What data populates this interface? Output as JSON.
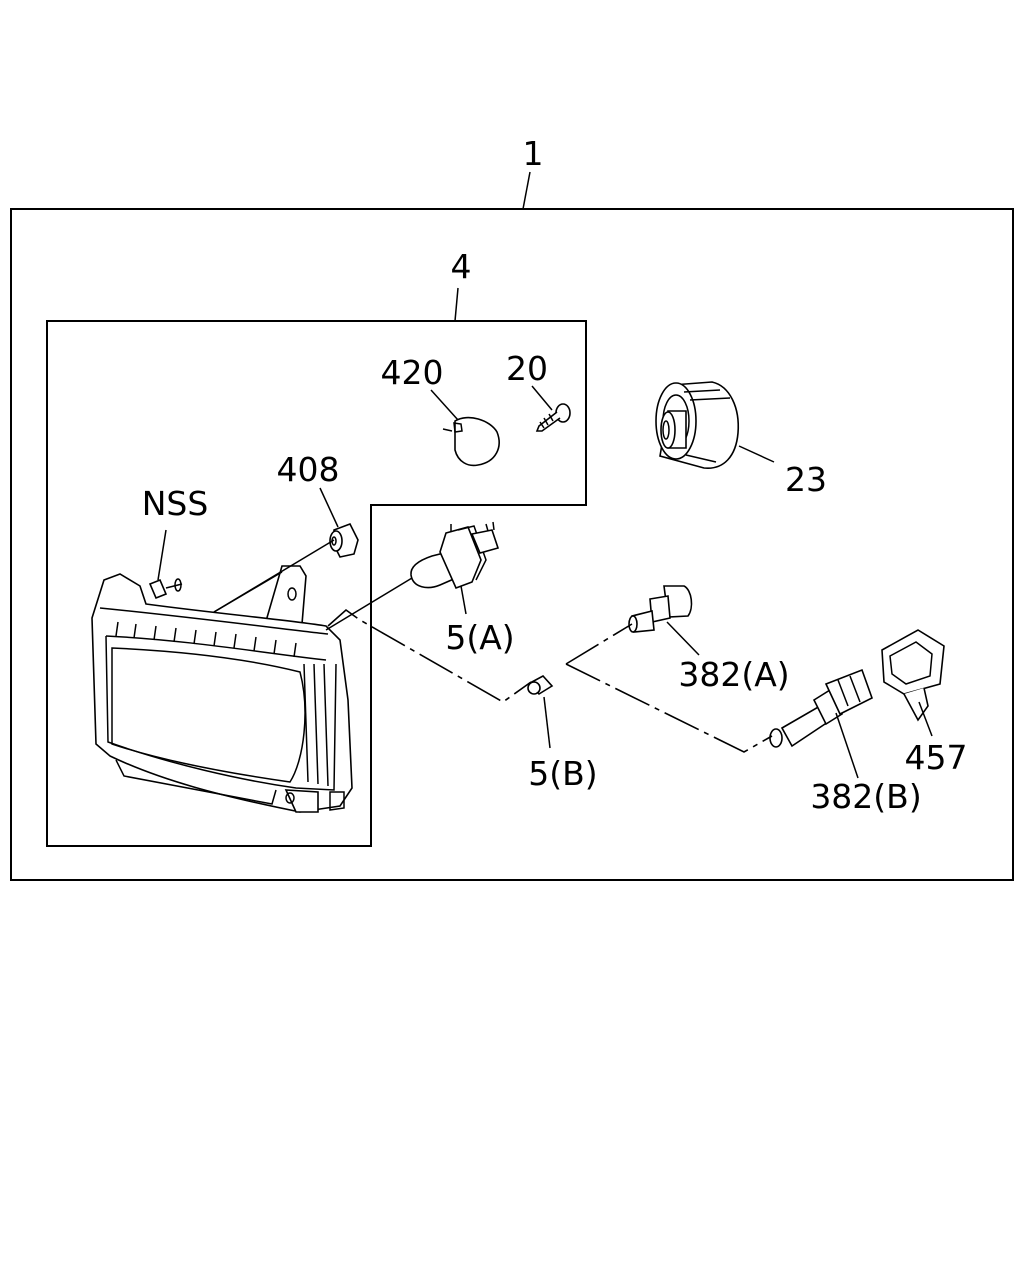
{
  "callouts": {
    "assembly": "1",
    "unit": "4",
    "p420": "420",
    "p20": "20",
    "p23": "23",
    "p408": "408",
    "nss": "NSS",
    "p5a": "5(A)",
    "p382a": "382(A)",
    "p5b": "5(B)",
    "p457": "457",
    "p382b": "382(B)"
  }
}
